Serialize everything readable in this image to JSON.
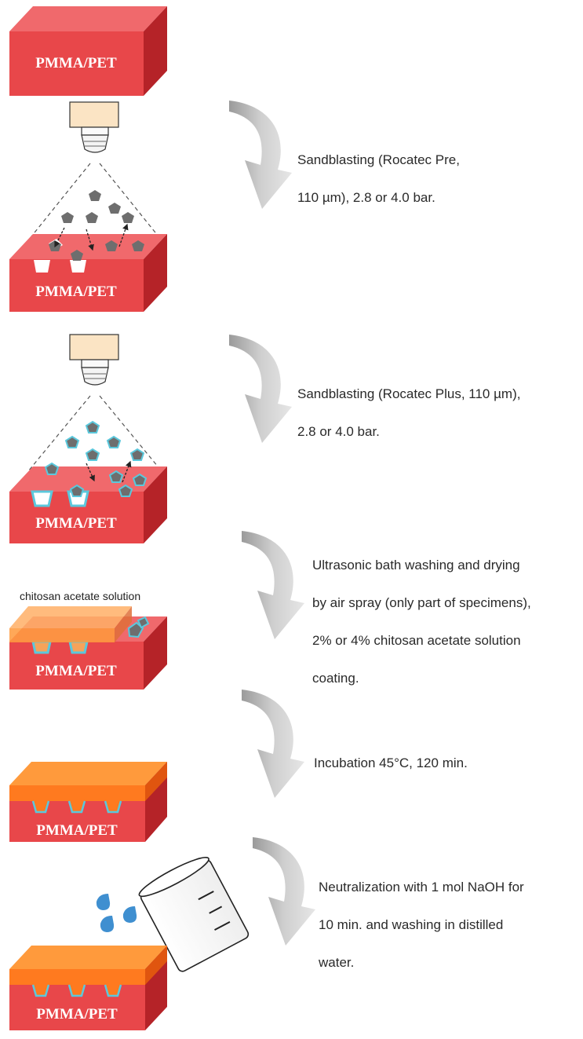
{
  "block_label": "PMMA/PET",
  "coating_label": "chitosan acetate solution",
  "steps": [
    {
      "lines": [
        "Sandblasting (Rocatec Pre,",
        "110 µm), 2.8 or 4.0 bar."
      ]
    },
    {
      "lines": [
        "Sandblasting (Rocatec Plus, 110 µm),",
        "2.8 or 4.0 bar."
      ]
    },
    {
      "lines": [
        "Ultrasonic bath washing and drying",
        "by air spray (only part of specimens),",
        "2% or 4% chitosan acetate solution",
        "coating."
      ]
    },
    {
      "lines": [
        "Incubation 45°C, 120 min."
      ]
    },
    {
      "lines": [
        "Neutralization with 1 mol NaOH for",
        "10 min. and washing in distilled",
        "water."
      ]
    }
  ],
  "colors": {
    "block_front": "#e8474a",
    "block_top": "#f0696c",
    "block_side": "#b52328",
    "coating_orange": "#ff7a1f",
    "coating_top": "#ff9a3c",
    "coating_side": "#e0550f",
    "silica_blue": "#5bc8dc",
    "particle_gray": "#6e6e6e",
    "nozzle_body": "#fbe4c4",
    "arrow_gray": "#c8c8c8",
    "droplet_blue": "#3f8fd0"
  },
  "icons": [
    "sandblasting-nozzle-icon",
    "curved-arrow-icon",
    "beaker-icon",
    "water-droplet-icon",
    "particle-icon"
  ]
}
